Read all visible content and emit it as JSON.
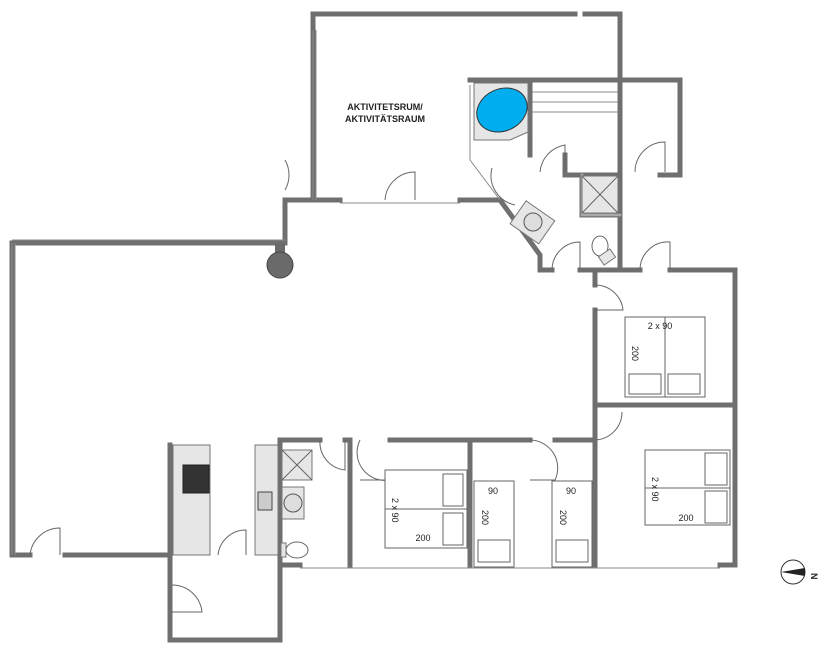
{
  "room_labels": {
    "activity_line1": "AKTIVITETSRUM/",
    "activity_line2": "AKTIVITÄTSRAUM"
  },
  "beds": {
    "bedroom_1_width": "2 x 90",
    "bedroom_1_length": "200",
    "bedroom_2_width": "2 x 90",
    "bedroom_2_length": "200",
    "bedroom_3_width": "90",
    "bedroom_3_length": "200",
    "bedroom_4_width": "90",
    "bedroom_4_length": "200",
    "bedroom_5_width": "2 x 90",
    "bedroom_5_length": "200"
  },
  "compass": {
    "north": "N"
  },
  "colors": {
    "wall": "#6f6f6f",
    "pool": "#00aeef",
    "column": "#6a6a6a",
    "stove": "#333333"
  }
}
